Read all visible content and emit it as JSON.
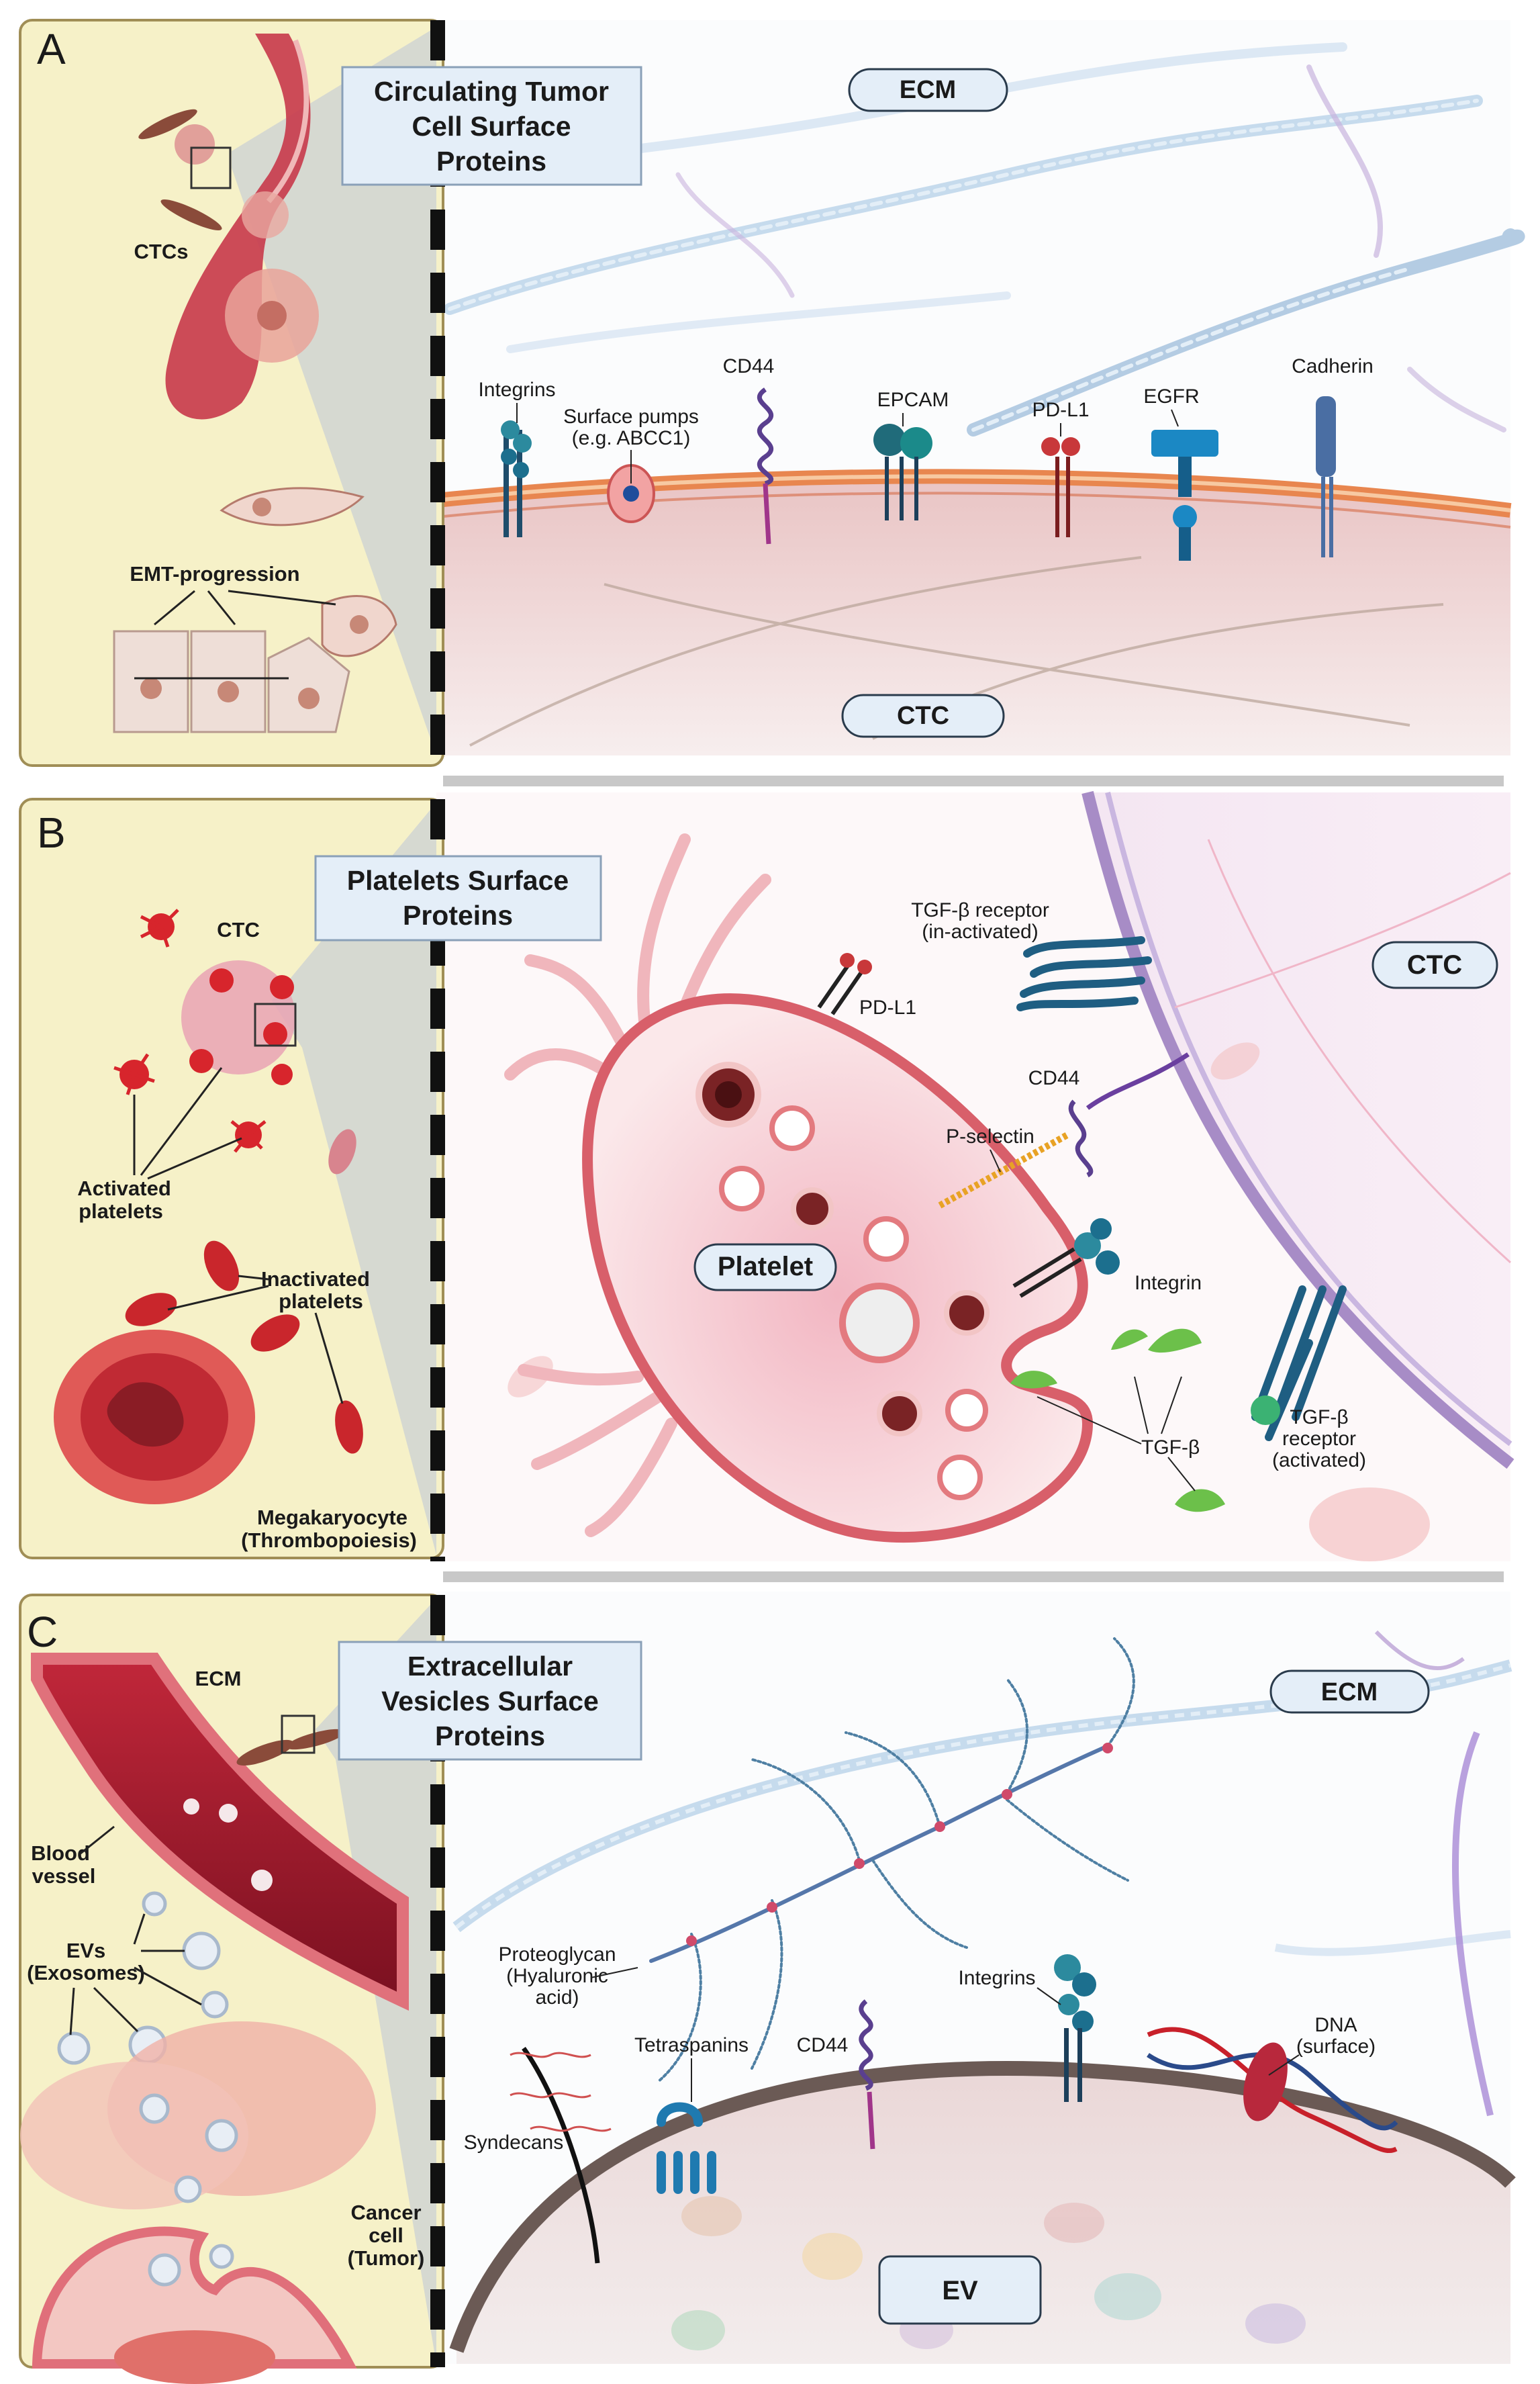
{
  "panel_a": {
    "letter": "A",
    "title": [
      "Circulating Tumor",
      "Cell Surface",
      "Proteins"
    ],
    "ecm": "ECM",
    "ctc": "CTC",
    "inset": {
      "ctcs": "CTCs",
      "emt": "EMT-progression"
    },
    "proteins": {
      "integrins": "Integrins",
      "pumps": [
        "Surface pumps",
        "(e.g. ABCC1)"
      ],
      "cd44": "CD44",
      "epcam": "EPCAM",
      "pdl1": "PD-L1",
      "egfr": "EGFR",
      "cadherin": "Cadherin"
    }
  },
  "panel_b": {
    "letter": "B",
    "title": [
      "Platelets Surface",
      "Proteins"
    ],
    "ctc": "CTC",
    "platelet": "Platelet",
    "inset": {
      "ctc": "CTC",
      "activated": [
        "Activated",
        "platelets"
      ],
      "inactivated": [
        "Inactivated",
        "platelets"
      ],
      "megakaryocyte": [
        "Megakaryocyte",
        "(Thrombopoiesis)"
      ]
    },
    "proteins": {
      "tgfb_receptor_inactive": [
        "TGF-β receptor",
        "(in-activated)"
      ],
      "pdl1": "PD-L1",
      "cd44": "CD44",
      "pselectin": "P-selectin",
      "integrin": "Integrin",
      "tgfb": "TGF-β",
      "tgfb_receptor_active": [
        "TGF-β",
        "receptor",
        "(activated)"
      ]
    }
  },
  "panel_c": {
    "letter": "C",
    "title": [
      "Extracellular",
      "Vesicles Surface",
      "Proteins"
    ],
    "ecm": "ECM",
    "ev": "EV",
    "inset": {
      "ecm": "ECM",
      "vessel": [
        "Blood",
        "vessel"
      ],
      "evs": [
        "EVs",
        "(Exosomes)"
      ],
      "cancer": [
        "Cancer",
        "cell",
        "(Tumor)"
      ]
    },
    "proteins": {
      "proteoglycan": [
        "Proteoglycan",
        "(Hyaluronic",
        "acid)"
      ],
      "tetraspanins": "Tetraspanins",
      "cd44": "CD44",
      "integrins": "Integrins",
      "dna": [
        "DNA",
        "(surface)"
      ],
      "syndecans": "Syndecans"
    }
  },
  "colors": {
    "inset_bg": "#f6f1c8",
    "membrane": "#e8864f",
    "cell_bg": "#e9cfcf",
    "ecm_fiber": "#a9c6e0",
    "accent_blue": "#2a6f9b",
    "platelet_red": "#c9302c",
    "pill_bg": "#e4eef8"
  }
}
